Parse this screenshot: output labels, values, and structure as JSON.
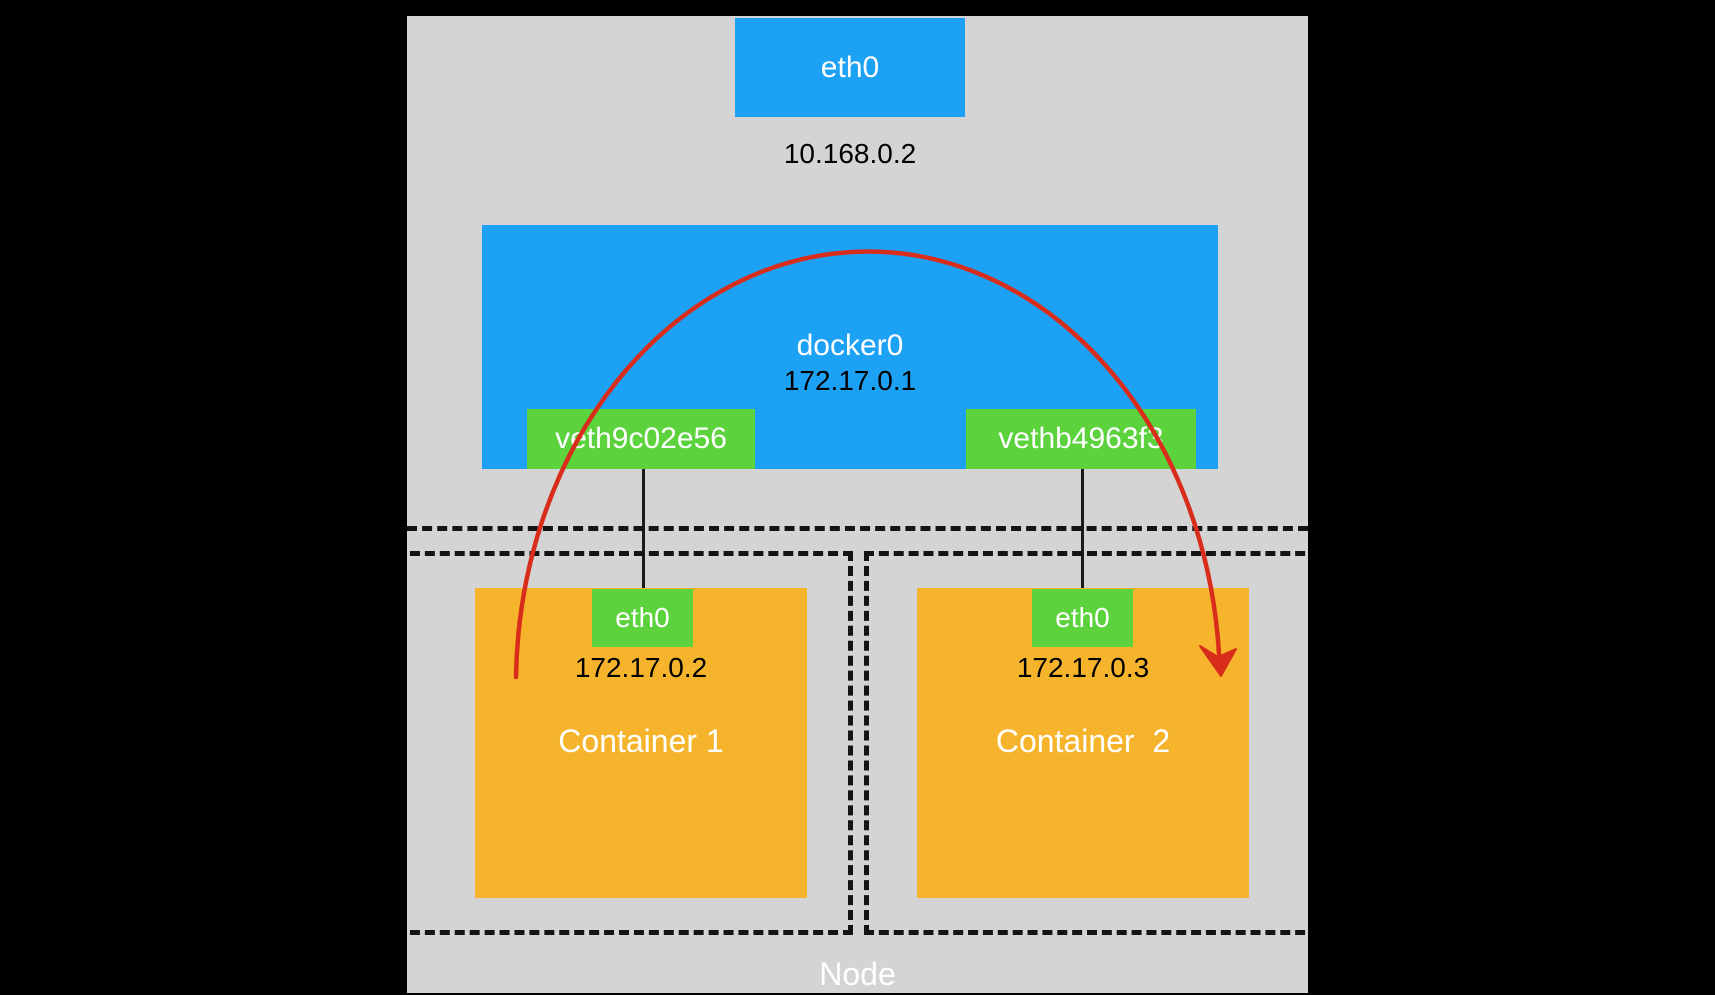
{
  "node": {
    "label": "Node"
  },
  "host_interface": {
    "label": "eth0",
    "ip": "10.168.0.2"
  },
  "bridge": {
    "label": "docker0",
    "ip": "172.17.0.1"
  },
  "veths": [
    "veth9c02e56",
    "vethb4963f3"
  ],
  "containers": [
    {
      "label": "Container 1",
      "interface": "eth0",
      "ip": "172.17.0.2"
    },
    {
      "label": "Container  2",
      "interface": "eth0",
      "ip": "172.17.0.3"
    }
  ],
  "colors": {
    "background": "#000000",
    "node_panel": "#d4d4d4",
    "interface_blue": "#1da1f5",
    "veth_green": "#5cd23d",
    "container_orange": "#f6b42c",
    "arrow_red": "#d92d1c",
    "dotted_line": "#141414"
  }
}
